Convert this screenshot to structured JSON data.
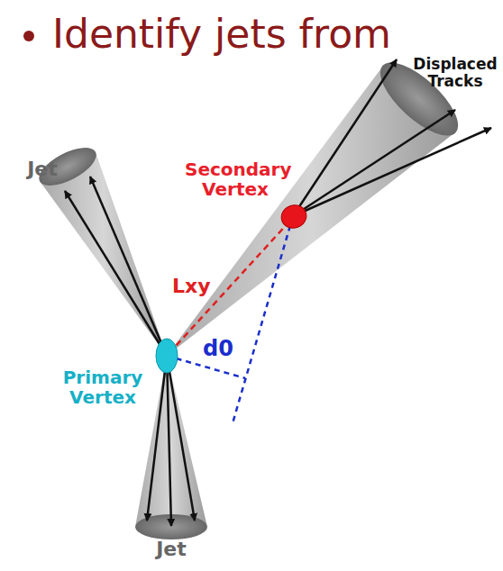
{
  "diagram": {
    "title": "Identify jets from",
    "nodes": [
      {
        "text": [
          "Secondary Vertex"
        ]
      },
      {
        "text": [
          "Primary Vertex"
        ]
      }
    ],
    "edges": [
      {
        "from": 1,
        "to": 0,
        "arrow": "none",
        "label": "Lxy"
      }
    ],
    "labels": [
      "Displaced Tracks",
      "Jet",
      "Jet",
      "d0"
    ]
  }
}
